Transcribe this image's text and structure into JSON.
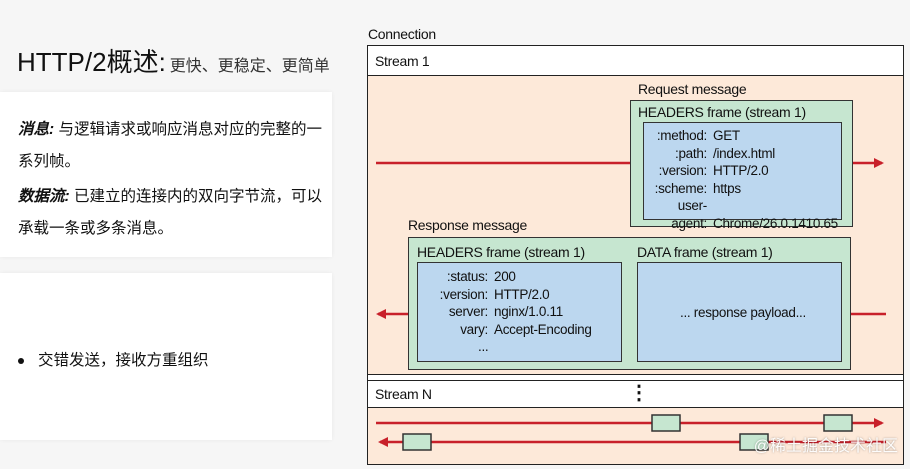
{
  "title": {
    "main": "HTTP/2概述:",
    "sub": "更快、更稳定、更简单"
  },
  "card1": {
    "message_term": "消息:",
    "message_text": "与逻辑请求或响应消息对应的完整的一系列帧。",
    "stream_term": "数据流:",
    "stream_text": "已建立的连接内的双向字节流，可以承载一条或多条消息。"
  },
  "card2": {
    "bullet": "交错发送，接收方重组织"
  },
  "diagram": {
    "connection": "Connection",
    "stream1": "Stream 1",
    "request_message": "Request message",
    "request_headers_frame": "HEADERS frame (stream 1)",
    "request_headers": [
      {
        "k": ":method:",
        "v": "GET"
      },
      {
        "k": ":path:",
        "v": "/index.html"
      },
      {
        "k": ":version:",
        "v": "HTTP/2.0"
      },
      {
        "k": ":scheme:",
        "v": "https"
      },
      {
        "k": "user-agent:",
        "v": "Chrome/26.0.1410.65"
      }
    ],
    "response_message": "Response message",
    "response_headers_frame": "HEADERS frame (stream 1)",
    "response_headers": [
      {
        "k": ":status:",
        "v": "200"
      },
      {
        "k": ":version:",
        "v": "HTTP/2.0"
      },
      {
        "k": "server:",
        "v": "nginx/1.0.11"
      },
      {
        "k": "vary:",
        "v": "Accept-Encoding"
      }
    ],
    "response_headers_more": "...",
    "data_frame": "DATA frame (stream 1)",
    "payload": "... response payload...",
    "streamN": "Stream N",
    "vertical_ellipsis": "⋮"
  },
  "watermark": "@稀土掘金技术社区",
  "colors": {
    "arrow": "#c8202a",
    "green": "#c6e6d0",
    "blue": "#bcd7ef",
    "peach": "#fde9d9"
  }
}
